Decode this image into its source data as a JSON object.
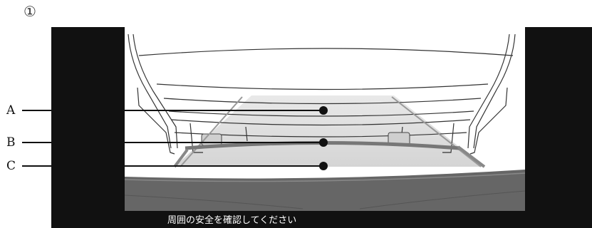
{
  "figure": {
    "marker": "①",
    "caption": "周囲の安全を確認してください",
    "callouts": [
      {
        "id": "A",
        "label": "A"
      },
      {
        "id": "B",
        "label": "B"
      },
      {
        "id": "C",
        "label": "C"
      }
    ]
  },
  "colors": {
    "screen": "#111111",
    "ground": "#666666",
    "guide_area": "#d9d9d9",
    "guide_line": "#7a7a7a"
  }
}
